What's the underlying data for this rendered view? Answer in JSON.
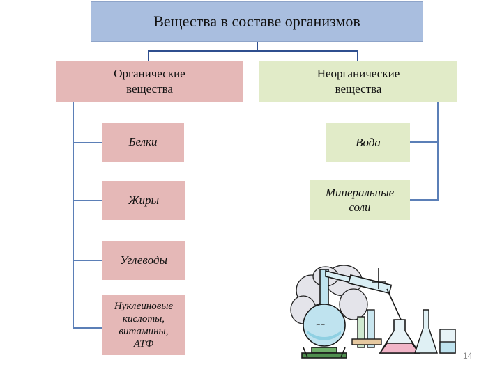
{
  "diagram": {
    "title": "Вещества в составе организмов",
    "organic": {
      "label_line1": "Органические",
      "label_line2": "вещества",
      "items": [
        "Белки",
        "Жиры",
        "Углеводы"
      ],
      "nucleic_lines": [
        "Нуклеиновые",
        "кислоты,",
        "витамины,",
        "АТФ"
      ]
    },
    "inorganic": {
      "label_line1": "Неорганические",
      "label_line2": "вещества",
      "items": [
        "Вода"
      ],
      "minerals_lines": [
        "Минеральные",
        "соли"
      ]
    }
  },
  "slide": {
    "page_number": "14"
  },
  "colors": {
    "title_bg": "#a9bedf",
    "organic_bg": "#e5b8b7",
    "inorganic_bg": "#e1ebc8",
    "connector": "#2f4f8f"
  },
  "illustration": {
    "name": "chemistry-lab-apparatus"
  }
}
